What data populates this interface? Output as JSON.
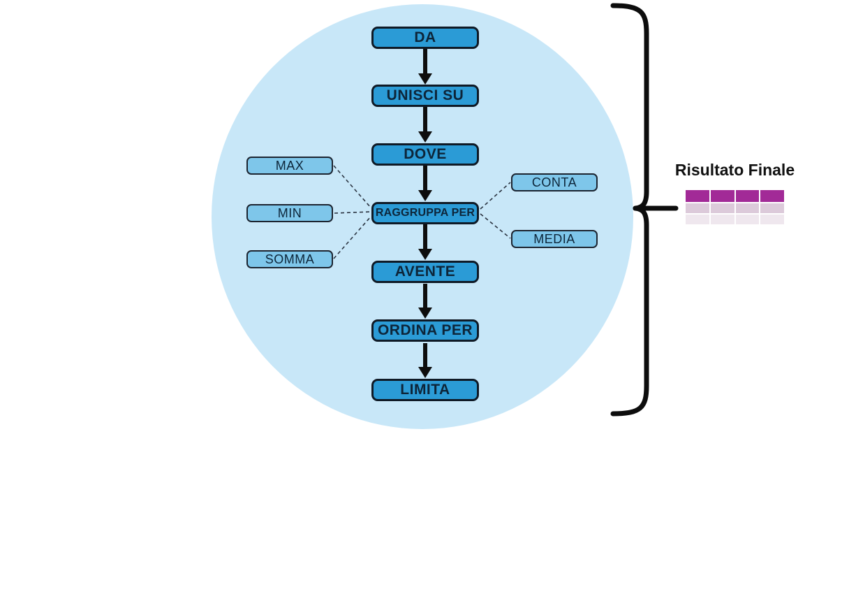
{
  "diagram": {
    "flow_nodes": [
      {
        "label": "DA"
      },
      {
        "label": "UNISCI SU"
      },
      {
        "label": "DOVE"
      },
      {
        "label": "RAGGRUPPA PER"
      },
      {
        "label": "AVENTE"
      },
      {
        "label": "ORDINA PER"
      },
      {
        "label": "LIMITA"
      }
    ],
    "aggregate_left": [
      {
        "label": "MAX"
      },
      {
        "label": "MIN"
      },
      {
        "label": "SOMMA"
      }
    ],
    "aggregate_right": [
      {
        "label": "CONTA"
      },
      {
        "label": "MEDIA"
      }
    ],
    "result": {
      "label": "Risultato Finale",
      "table_columns": 4,
      "table_rows": 3
    },
    "colors": {
      "circle-fill": "#c8e7f8",
      "node-fill": "#2b9bd6",
      "node-border": "#0f1a26",
      "node-text": "#0d2539",
      "side-fill": "#7ec6ea",
      "side-border": "#1c2430",
      "stroke-color": "#0d0d0d",
      "table-header": "#a22a97",
      "table-row2": "#dccada",
      "table-row3": "#efe7ee",
      "title-color": "#111111"
    }
  }
}
